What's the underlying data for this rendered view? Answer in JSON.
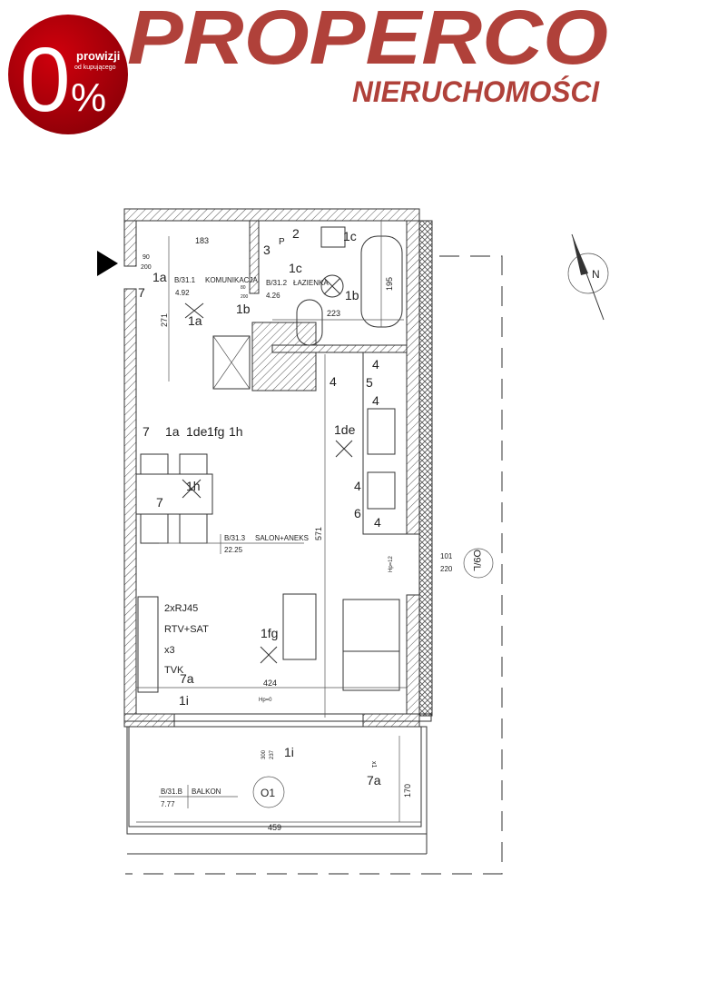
{
  "logo": {
    "brand": "PROPERCO",
    "subtitle": "NIERUCHOMOŚCI",
    "badge_number": "0",
    "badge_percent": "%",
    "badge_line1": "prowizji",
    "badge_line2": "od kupującego",
    "brand_color": "#b0413a",
    "badge_color": "#c0000a"
  },
  "plan": {
    "rooms": [
      {
        "code": "B/31.1",
        "name": "KOMUNIKACJA",
        "area": "4.92"
      },
      {
        "code": "B/31.2",
        "name": "ŁAZIENKA",
        "area": "4.26"
      },
      {
        "code": "B/31.3",
        "name": "SALON+ANEKS",
        "area": "22.25"
      },
      {
        "code": "B/31.B",
        "name": "BALKON",
        "area": "7.77"
      }
    ],
    "dimensions": {
      "d183": "183",
      "d195": "195",
      "d223": "223",
      "d271": "271",
      "d571": "571",
      "d424": "424",
      "d459": "459",
      "d170": "170",
      "d101": "101",
      "d220": "220",
      "door1_w": "90",
      "door1_h": "200",
      "door2_w": "80",
      "door2_h": "200",
      "hp0": "Hp=0",
      "hp12": "Hp=12",
      "d300": "300",
      "d237": "237"
    },
    "symbols": {
      "s1a_a": "1a",
      "s1a_b": "1a",
      "s1a_c": "1a",
      "s7_a": "7",
      "s7_b": "7",
      "s7_c": "7",
      "s1b_a": "1b",
      "s1b_b": "1b",
      "s1c_a": "1c",
      "s1c_b": "1c",
      "s2": "2",
      "s3": "3",
      "s4_a": "4",
      "s4_b": "4",
      "s4_c": "4",
      "s4_d": "4",
      "s4_e": "4",
      "s4_f": "4",
      "s5": "5",
      "s6": "6",
      "s1de_a": "1de",
      "s1de_b": "1de",
      "s1fg_a": "1fg",
      "s1fg_b": "1fg",
      "s1h_a": "1h",
      "s1h_b": "1h",
      "s7a_a": "7a",
      "s7a_b": "7a",
      "s1i_a": "1i",
      "s1i_b": "1i",
      "x3": "x3",
      "x1": "x1",
      "rj45": "2xRJ45",
      "rtv": "RTV+SAT",
      "tvk": "TVK",
      "window_tag": "O9/L",
      "balcony_tag": "O1",
      "p": "P",
      "north": "N"
    }
  }
}
